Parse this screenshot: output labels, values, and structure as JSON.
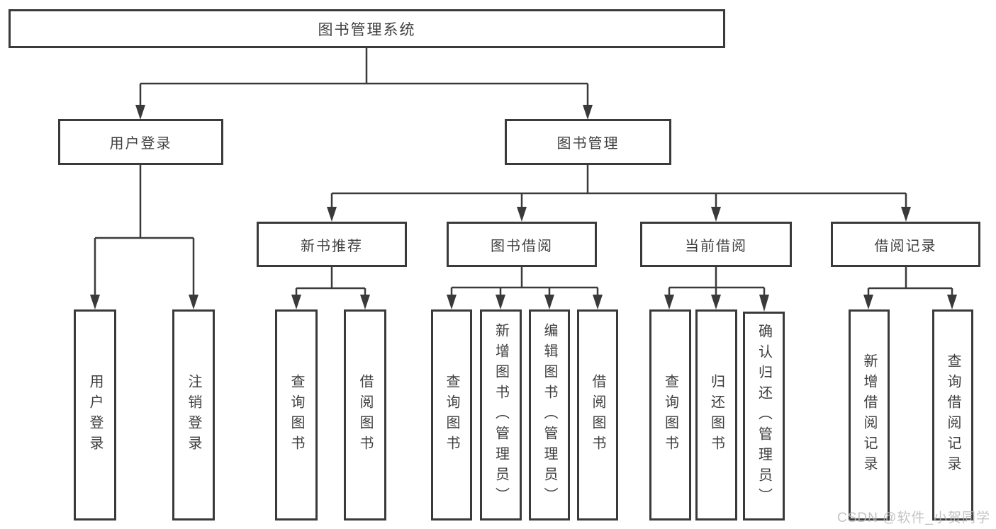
{
  "tree": {
    "root": {
      "label": "图书管理系统"
    },
    "level2": [
      {
        "label": "用户登录",
        "children": [
          {
            "label": "用户登录"
          },
          {
            "label": "注销登录"
          }
        ]
      },
      {
        "label": "图书管理",
        "children": [
          {
            "label": "新书推荐",
            "children": [
              {
                "label": "查询图书"
              },
              {
                "label": "借阅图书"
              }
            ]
          },
          {
            "label": "图书借阅",
            "children": [
              {
                "label": "查询图书"
              },
              {
                "label": "新增图书（管理员）"
              },
              {
                "label": "编辑图书（管理员）"
              },
              {
                "label": "借阅图书"
              }
            ]
          },
          {
            "label": "当前借阅",
            "children": [
              {
                "label": "查询图书"
              },
              {
                "label": "归还图书"
              },
              {
                "label": "确认归还（管理员）"
              }
            ]
          },
          {
            "label": "借阅记录",
            "children": [
              {
                "label": "新增借阅记录"
              },
              {
                "label": "查询借阅记录"
              }
            ]
          }
        ]
      }
    ]
  },
  "watermark": {
    "text": "CSDN @软件_小贺同学"
  },
  "colors": {
    "line": "#3a3a3a",
    "text": "#3f3f3f",
    "watermark": "#b9b9b9"
  }
}
